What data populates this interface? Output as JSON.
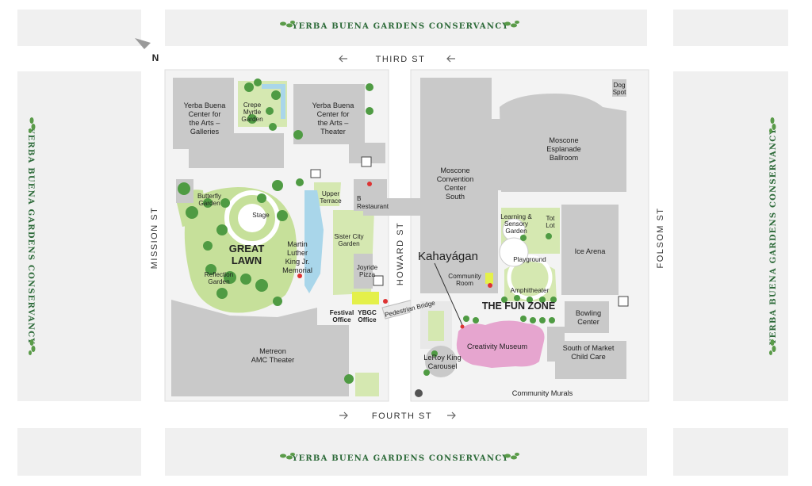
{
  "conservancy": {
    "top": "YERBA BUENA GARDENS CONSERVANCY",
    "bottom": "YERBA BUENA GARDENS CONSERVANCY",
    "left": "YERBA BUENA GARDENS CONSERVANCY",
    "right": "YERBA BUENA GARDENS CONSERVANCY"
  },
  "compass": {
    "label": "N"
  },
  "streets": {
    "third": "THIRD ST",
    "fourth": "FOURTH ST",
    "mission": "MISSION ST",
    "howard": "HOWARD ST",
    "folsom": "FOLSOM ST"
  },
  "colors": {
    "building": "#c9c9c9",
    "lawn": "#c6e09a",
    "tree": "#4f9b43",
    "water": "#a9d6ea",
    "block_bg": "#f3f3f3",
    "highlight": "#e4f04a",
    "museum": "#e6a5cf",
    "banner_text": "#2e6b3a"
  },
  "places": {
    "ybca_galleries": [
      "Yerba Buena",
      "Center for",
      "the Arts –",
      "Galleries"
    ],
    "crepe_myrtle": [
      "Crepe",
      "Myrtle",
      "Garden"
    ],
    "ybca_theater": [
      "Yerba Buena",
      "Center for",
      "the Arts –",
      "Theater"
    ],
    "butterfly_garden": [
      "Butterfly",
      "Garden"
    ],
    "stage": "Stage",
    "upper_terrace": [
      "Upper",
      "Terrace"
    ],
    "b_restaurant": [
      "B",
      "Restaurant"
    ],
    "great_lawn": [
      "GREAT",
      "LAWN"
    ],
    "mlk_memorial": [
      "Martin",
      "Luther",
      "King Jr.",
      "Memorial"
    ],
    "sister_city_garden": [
      "Sister City",
      "Garden"
    ],
    "joyride_pizza": [
      "Joyride",
      "Pizza"
    ],
    "reflection_garden": [
      "Reflection",
      "Garden"
    ],
    "festival_office": [
      "Festival",
      "Office"
    ],
    "ybgc_office": [
      "YBGC",
      "Office"
    ],
    "pedestrian_bridge": "Pedestrian Bridge",
    "metreon": [
      "Metreon",
      "AMC Theater"
    ],
    "moscone_south": [
      "Moscone",
      "Convention",
      "Center",
      "South"
    ],
    "moscone_esplanade": [
      "Moscone",
      "Esplanade",
      "Ballroom"
    ],
    "dog_spot": [
      "Dog",
      "Spot"
    ],
    "learning_garden": [
      "Learning &",
      "Sensory",
      "Garden"
    ],
    "tot_lot": [
      "Tot",
      "Lot"
    ],
    "ice_arena": "Ice Arena",
    "playground": "Playground",
    "community_room": [
      "Community",
      "Room"
    ],
    "amphitheater": "Amphitheater",
    "fun_zone": "THE FUN ZONE",
    "bowling_center": [
      "Bowling",
      "Center"
    ],
    "creativity_museum": "Creativity Museum",
    "south_of_market": [
      "South of Market",
      "Child Care"
    ],
    "leroy_king": [
      "LeRoy King",
      "Carousel"
    ],
    "community_murals": "Community Murals"
  },
  "callout": {
    "label": "Kahayágan"
  }
}
